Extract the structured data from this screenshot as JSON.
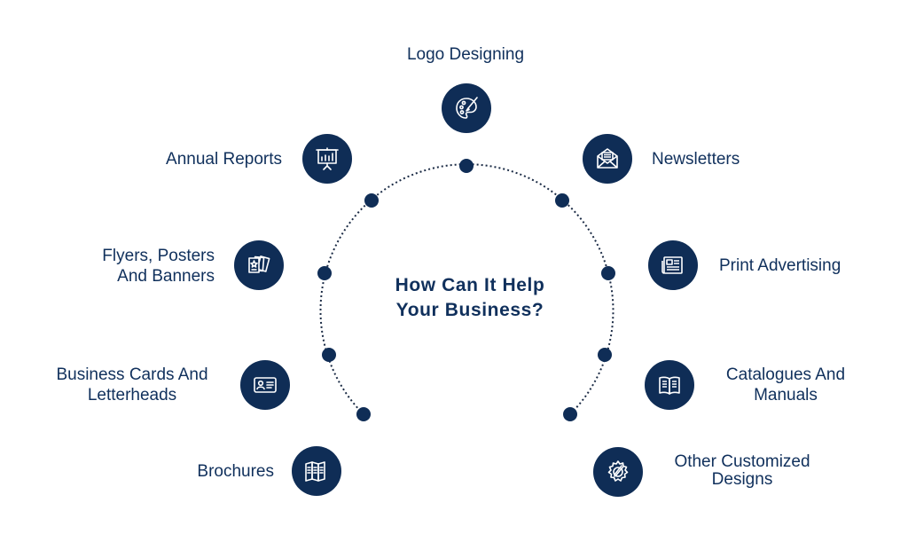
{
  "title_lines": [
    "How Can It Help",
    "Your Business?"
  ],
  "colors": {
    "navy": "#0f2d56",
    "text": "#10305c",
    "background": "#ffffff"
  },
  "services": [
    {
      "id": "logo-designing",
      "lines": [
        "Logo Designing"
      ],
      "icon": "palette-icon"
    },
    {
      "id": "newsletters",
      "lines": [
        "Newsletters"
      ],
      "icon": "envelope-icon"
    },
    {
      "id": "print-advertising",
      "lines": [
        "Print Advertising"
      ],
      "icon": "newspaper-icon"
    },
    {
      "id": "catalogues-and-manuals",
      "lines": [
        "Catalogues And",
        "Manuals"
      ],
      "icon": "open-book-icon"
    },
    {
      "id": "other-customized-designs",
      "lines": [
        "Other Customized",
        "Designs"
      ],
      "icon": "gear-pen-icon"
    },
    {
      "id": "annual-reports",
      "lines": [
        "Annual Reports"
      ],
      "icon": "presentation-chart-icon"
    },
    {
      "id": "flyers-posters-banners",
      "lines": [
        "Flyers, Posters",
        "And Banners"
      ],
      "icon": "posters-icon"
    },
    {
      "id": "business-cards-letterheads",
      "lines": [
        "Business Cards And",
        "Letterheads"
      ],
      "icon": "id-card-icon"
    },
    {
      "id": "brochures",
      "lines": [
        "Brochures"
      ],
      "icon": "brochure-icon"
    }
  ]
}
